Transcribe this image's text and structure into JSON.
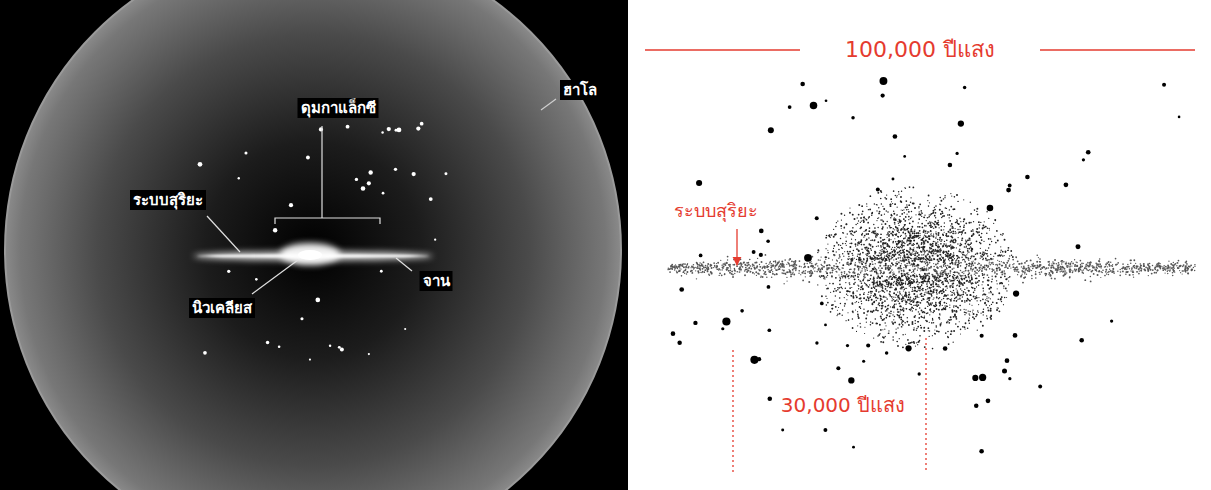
{
  "diagram": {
    "labels": [
      "ฮาโล",
      "ดุมกาแล็กซี",
      "ระบบสุริยะ",
      "จาน",
      "นิวเคลียส",
      "100,000 ปีแสง",
      "ระบบสุริยะ",
      "30,000 ปีแสง"
    ]
  }
}
